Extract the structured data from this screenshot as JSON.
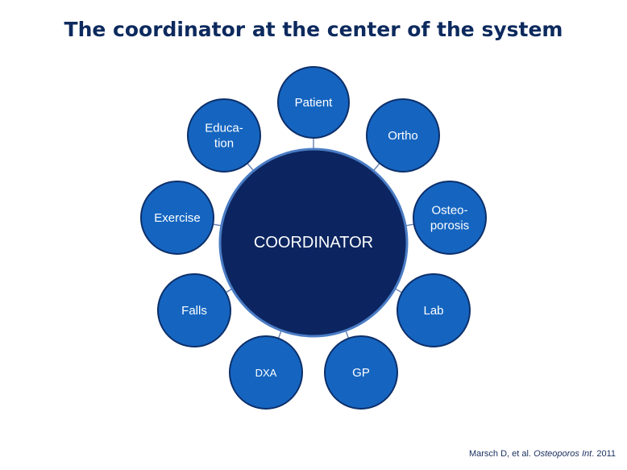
{
  "title": "The coordinator at the center of the system",
  "center": {
    "label": "COORDINATOR"
  },
  "satellites": [
    {
      "id": "patient",
      "lines": [
        "Patient"
      ]
    },
    {
      "id": "ortho",
      "lines": [
        "Ortho"
      ]
    },
    {
      "id": "osteoporosis",
      "lines": [
        "Osteo-",
        "porosis"
      ]
    },
    {
      "id": "lab",
      "lines": [
        "Lab"
      ]
    },
    {
      "id": "gp",
      "lines": [
        "GP"
      ]
    },
    {
      "id": "dxa",
      "lines": [
        "DXA"
      ]
    },
    {
      "id": "falls",
      "lines": [
        "Falls"
      ]
    },
    {
      "id": "exercise",
      "lines": [
        "Exercise"
      ]
    },
    {
      "id": "education",
      "lines": [
        "Educa-",
        "tion"
      ]
    }
  ],
  "citation": {
    "prefix": "Marsch D, et al.",
    "journal": "Osteoporos Int",
    "suffix": ". 2011"
  },
  "colors": {
    "title": "#0d2a5e",
    "center_fill": "#0c2560",
    "satellite_fill": "#1565c0",
    "connector": "#6e87b3"
  }
}
